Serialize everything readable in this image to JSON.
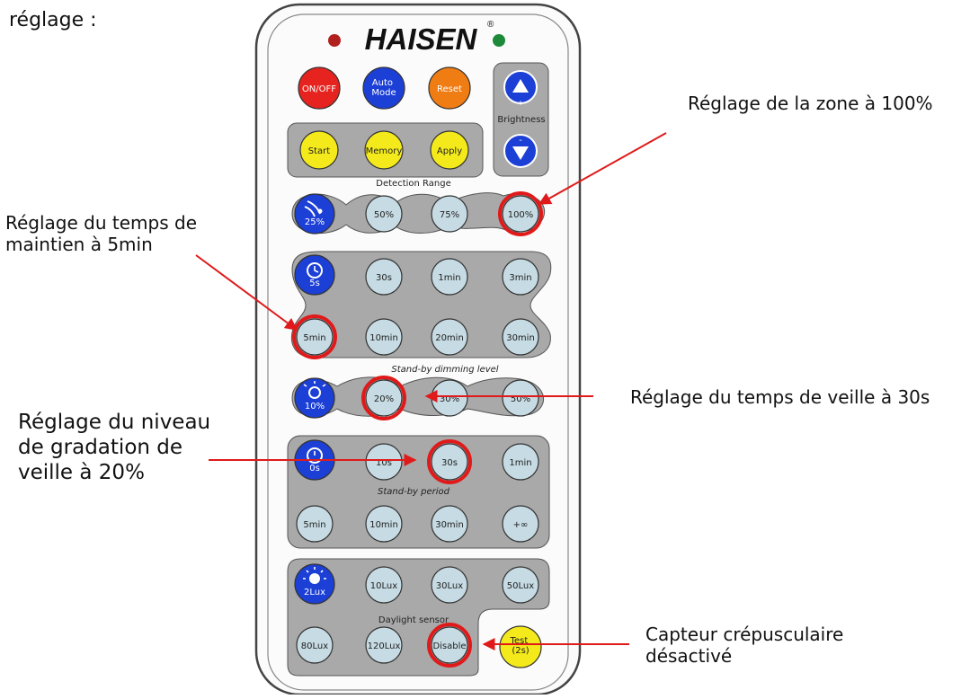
{
  "page": {
    "heading": "réglage :"
  },
  "remote": {
    "brand": "HAISEN",
    "registered_mark": "®",
    "led_colors": {
      "left": "#b0201e",
      "right": "#1d8a3a"
    },
    "top_buttons": [
      {
        "label": "ON/OFF",
        "color": "#e6231e"
      },
      {
        "label": "Auto Mode",
        "color": "#1c3fd6"
      },
      {
        "label": "Reset",
        "color": "#f07c14"
      }
    ],
    "brightness": {
      "label": "Brightness",
      "up_sign": "+",
      "down_sign": "-"
    },
    "memory_row": [
      "Start",
      "Memory",
      "Apply"
    ],
    "detection_range": {
      "title": "Detection Range",
      "icon_label": "25%",
      "options": [
        "50%",
        "75%",
        "100%"
      ]
    },
    "hold_time": {
      "icon_label": "5s",
      "row1": [
        "30s",
        "1min",
        "3min"
      ],
      "row2": [
        "5min",
        "10min",
        "20min",
        "30min"
      ]
    },
    "standby_dimming": {
      "title": "Stand-by dimming level",
      "icon_label": "10%",
      "options": [
        "20%",
        "30%",
        "50%"
      ]
    },
    "standby_period": {
      "title": "Stand-by period",
      "icon_label": "0s",
      "row1": [
        "10s",
        "30s",
        "1min"
      ],
      "row2": [
        "5min",
        "10min",
        "30min",
        "+∞"
      ]
    },
    "daylight_sensor": {
      "title": "Daylight sensor",
      "icon_label": "2Lux",
      "row1": [
        "10Lux",
        "30Lux",
        "50Lux"
      ],
      "row2": [
        "80Lux",
        "120Lux",
        "Disable"
      ]
    },
    "test_button": {
      "line1": "Test",
      "line2": "(2s)"
    },
    "colors": {
      "panel": "#a9a9a9",
      "button_light": "#c6dbe3",
      "button_blue": "#1c3fd6",
      "button_yellow": "#f4ea1b",
      "highlight_ring": "#e01a1a",
      "arrow": "#e01a1a"
    }
  },
  "annotations": {
    "zone": "Réglage de la zone à 100%",
    "hold_line1": "Réglage du temps de",
    "hold_line2": "maintien à 5min",
    "standby_time": "Réglage du temps de veille à 30s",
    "dimming_line1": "Réglage du niveau",
    "dimming_line2": "de gradation de",
    "dimming_line3": "veille à 20%",
    "sensor_line1": "Capteur crépusculaire",
    "sensor_line2": "désactivé"
  }
}
